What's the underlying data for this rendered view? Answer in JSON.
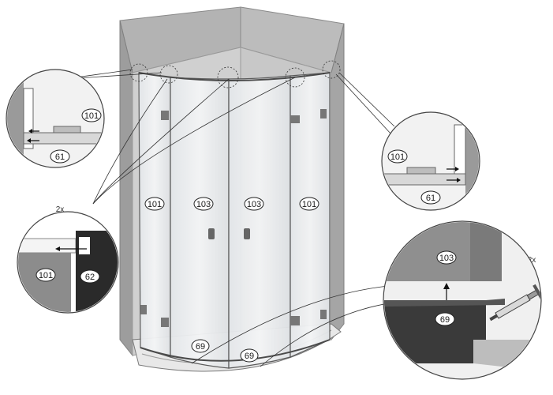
{
  "diagram": {
    "labels": {
      "panel_left_outer": "101",
      "panel_left_door": "103",
      "panel_right_door": "103",
      "panel_right_outer": "101",
      "seal_bottom_left": "69",
      "seal_bottom_right": "69"
    },
    "callouts": {
      "top_left": {
        "part_a": "101",
        "part_b": "61"
      },
      "top_right": {
        "part_a": "101",
        "part_b": "61"
      },
      "mid_left": {
        "count": "2x",
        "part_a": "101",
        "part_b": "62"
      },
      "bottom_right": {
        "count": "2x",
        "part_a": "103",
        "part_b": "69"
      }
    }
  }
}
